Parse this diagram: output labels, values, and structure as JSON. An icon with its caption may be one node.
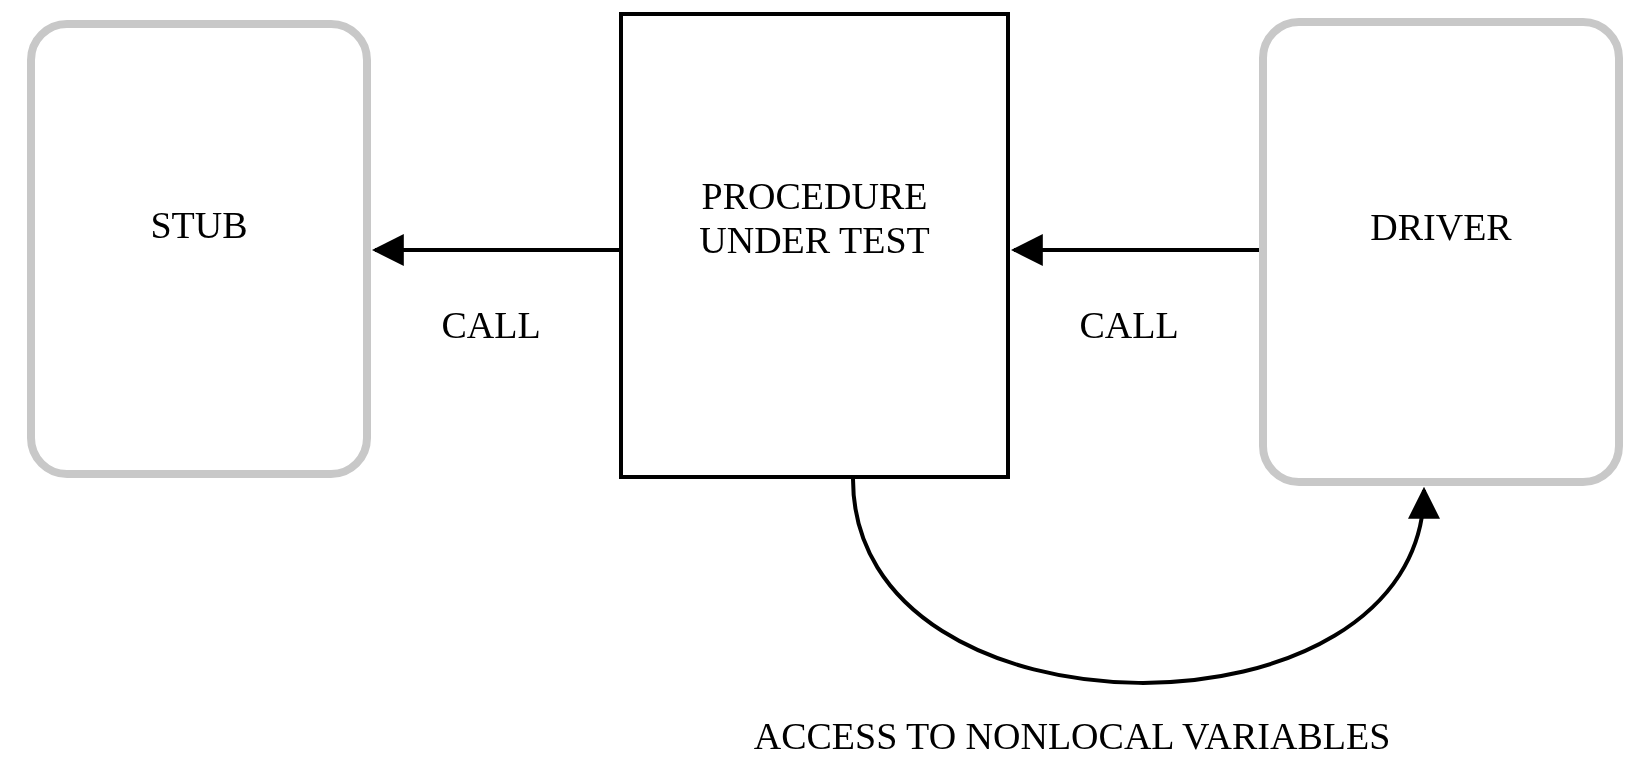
{
  "diagram": {
    "nodes": [
      {
        "text": [
          "STUB"
        ]
      },
      {
        "text": [
          "PROCEDURE UNDER TEST"
        ]
      },
      {
        "text": [
          "DRIVER"
        ]
      }
    ],
    "edges": [
      {
        "from": 1,
        "to": 0,
        "arrow": "to",
        "label": "CALL"
      },
      {
        "from": 2,
        "to": 1,
        "arrow": "to",
        "label": "CALL"
      },
      {
        "from": 1,
        "to": 2,
        "arrow": "to",
        "label": "ACCESS TO NONLOCAL VARIABLES"
      }
    ]
  }
}
